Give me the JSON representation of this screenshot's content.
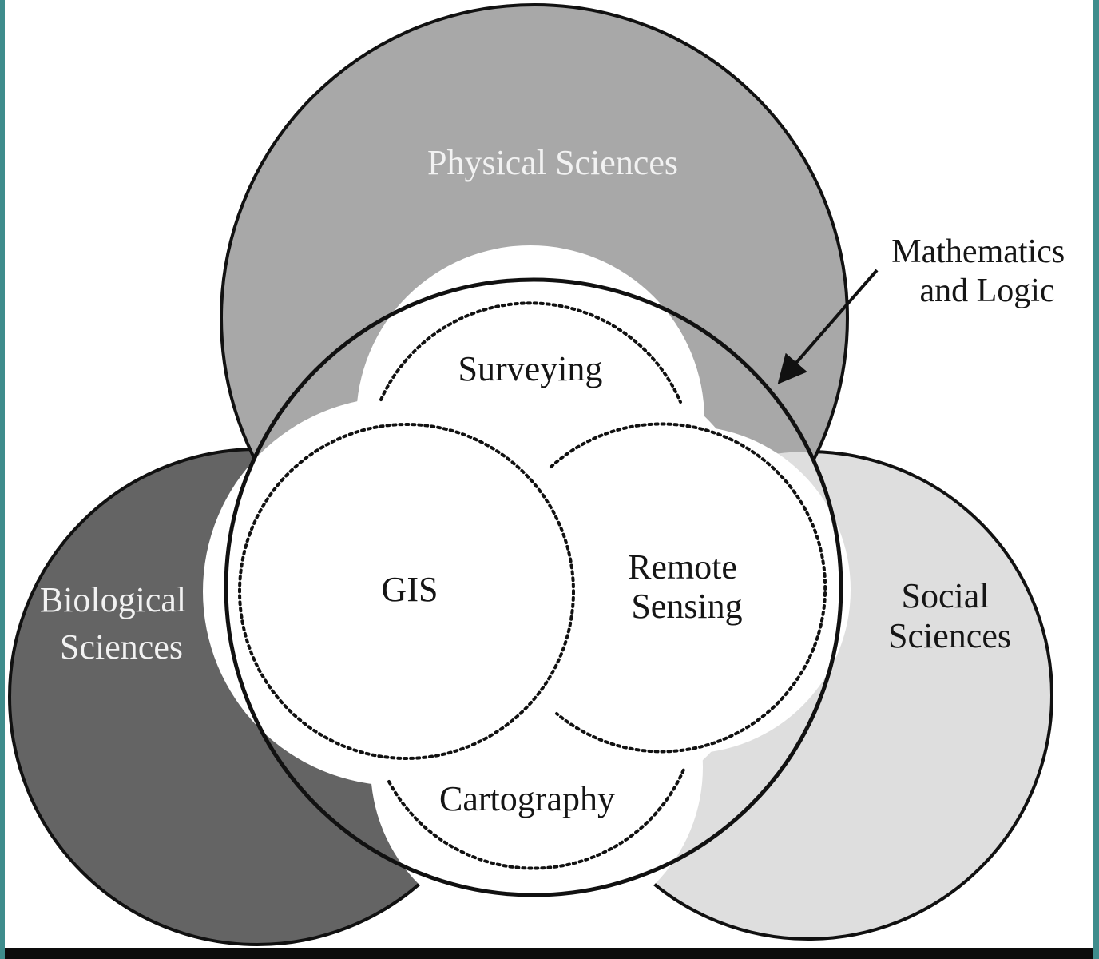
{
  "colors": {
    "biological": "#646464",
    "physical": "#a8a8a8",
    "social": "#dedede",
    "inner": "#ffffff",
    "outline": "#111111",
    "light_text": "#f2f2f2",
    "dark_text": "#151515"
  },
  "labels": {
    "physical_sciences": "Physical Sciences",
    "biological_sciences": [
      "Biological",
      "Sciences"
    ],
    "social_sciences": [
      "Social",
      "Sciences"
    ],
    "mathematics_logic": [
      "Mathematics",
      "and Logic"
    ],
    "surveying": "Surveying",
    "gis": "GIS",
    "remote_sensing": [
      "Remote",
      "Sensing"
    ],
    "cartography": "Cartography"
  }
}
